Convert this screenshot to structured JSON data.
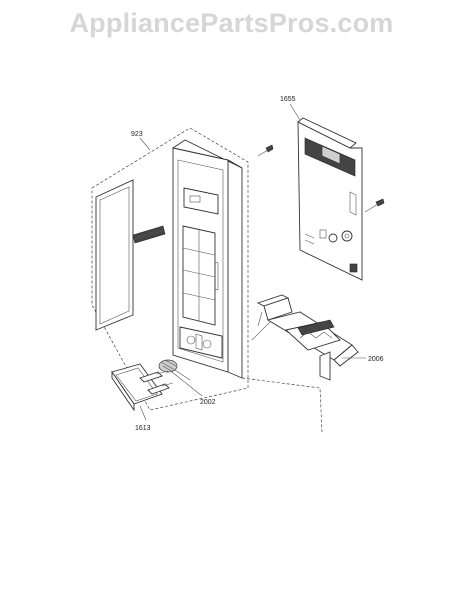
{
  "watermark": "AppliancePartsPros.com",
  "callouts": {
    "p923": "923",
    "p1655": "1655",
    "p2006": "2006",
    "p2002": "2002",
    "p1613": "1613"
  }
}
